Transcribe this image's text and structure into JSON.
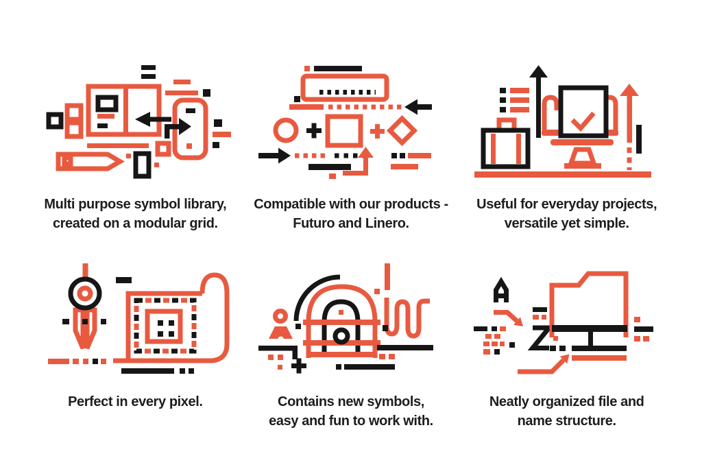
{
  "page": {
    "background": "#ffffff"
  },
  "colors": {
    "accent": "#e85a40",
    "ink": "#161616",
    "text": "#1d1d1d"
  },
  "features": [
    {
      "id": "symbol-library",
      "icon": "symbol-library-icon",
      "caption": "Multi purpose symbol library,\ncreated on a modular grid."
    },
    {
      "id": "compatibility",
      "icon": "compatibility-icon",
      "caption": "Compatible with our products -\nFuturo and Linero."
    },
    {
      "id": "everyday-projects",
      "icon": "monitor-briefcase-icon",
      "caption": "Useful for everyday projects,\nversatile yet simple."
    },
    {
      "id": "pixel-perfect",
      "icon": "compass-blueprint-icon",
      "caption": "Perfect in every pixel."
    },
    {
      "id": "new-symbols",
      "icon": "arch-door-icon",
      "caption": "Contains new symbols,\neasy and fun to work with."
    },
    {
      "id": "file-structure",
      "icon": "az-folder-icon",
      "caption": "Neatly organized file and\nname structure."
    }
  ]
}
